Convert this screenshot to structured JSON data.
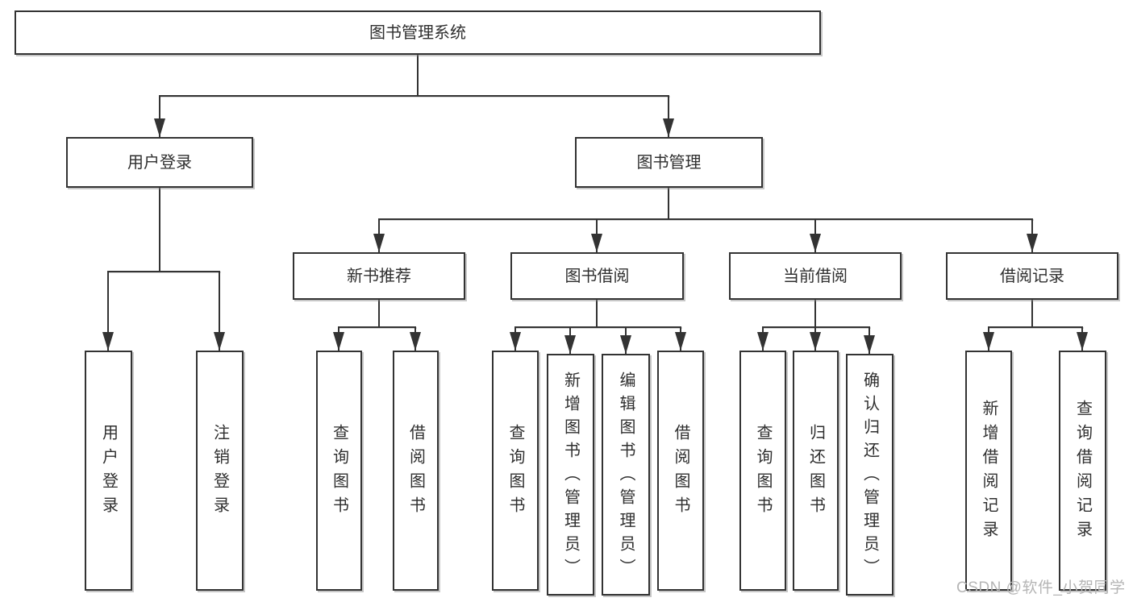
{
  "diagram": {
    "type": "hierarchy-tree",
    "title": "图书管理系统",
    "tree": {
      "图书管理系统": {
        "用户登录": [
          "用户登录",
          "注销登录"
        ],
        "图书管理": {
          "新书推荐": [
            "查询图书",
            "借阅图书"
          ],
          "图书借阅": [
            "查询图书",
            "新增图书（管理员）",
            "编辑图书（管理员）",
            "借阅图书"
          ],
          "当前借阅": [
            "查询图书",
            "归还图书",
            "确认归还（管理员）"
          ],
          "借阅记录": [
            "新增借阅记录",
            "查询借阅记录"
          ]
        }
      }
    }
  },
  "nodes": {
    "root": {
      "label": "图书管理系统"
    },
    "user_login": {
      "label": "用户登录"
    },
    "book_management": {
      "label": "图书管理"
    },
    "new_book_recommend": {
      "label": "新书推荐"
    },
    "book_borrow": {
      "label": "图书借阅"
    },
    "current_borrow": {
      "label": "当前借阅"
    },
    "borrow_records": {
      "label": "借阅记录"
    },
    "leaf_user_login": {
      "label": "用户登录"
    },
    "leaf_logout": {
      "label": "注销登录"
    },
    "leaf_rec_query_books": {
      "label": "查询图书"
    },
    "leaf_rec_borrow_books": {
      "label": "借阅图书"
    },
    "leaf_bb_query_books": {
      "label": "查询图书"
    },
    "leaf_bb_add_books": {
      "label": "新增图书（管理员）"
    },
    "leaf_bb_edit_books": {
      "label": "编辑图书（管理员）"
    },
    "leaf_bb_borrow_books": {
      "label": "借阅图书"
    },
    "leaf_cb_query_books": {
      "label": "查询图书"
    },
    "leaf_cb_return_books": {
      "label": "归还图书"
    },
    "leaf_cb_confirm_return": {
      "label": "确认归还（管理员）"
    },
    "leaf_br_add_record": {
      "label": "新增借阅记录"
    },
    "leaf_br_query_record": {
      "label": "查询借阅记录"
    }
  },
  "watermark": {
    "text": "CSDN @软件_小贺同学"
  },
  "colors": {
    "background": "#ffffff",
    "line": "#333333",
    "box_border": "#333333",
    "text": "#2f2f2f",
    "watermark": "#b5b5b5"
  }
}
